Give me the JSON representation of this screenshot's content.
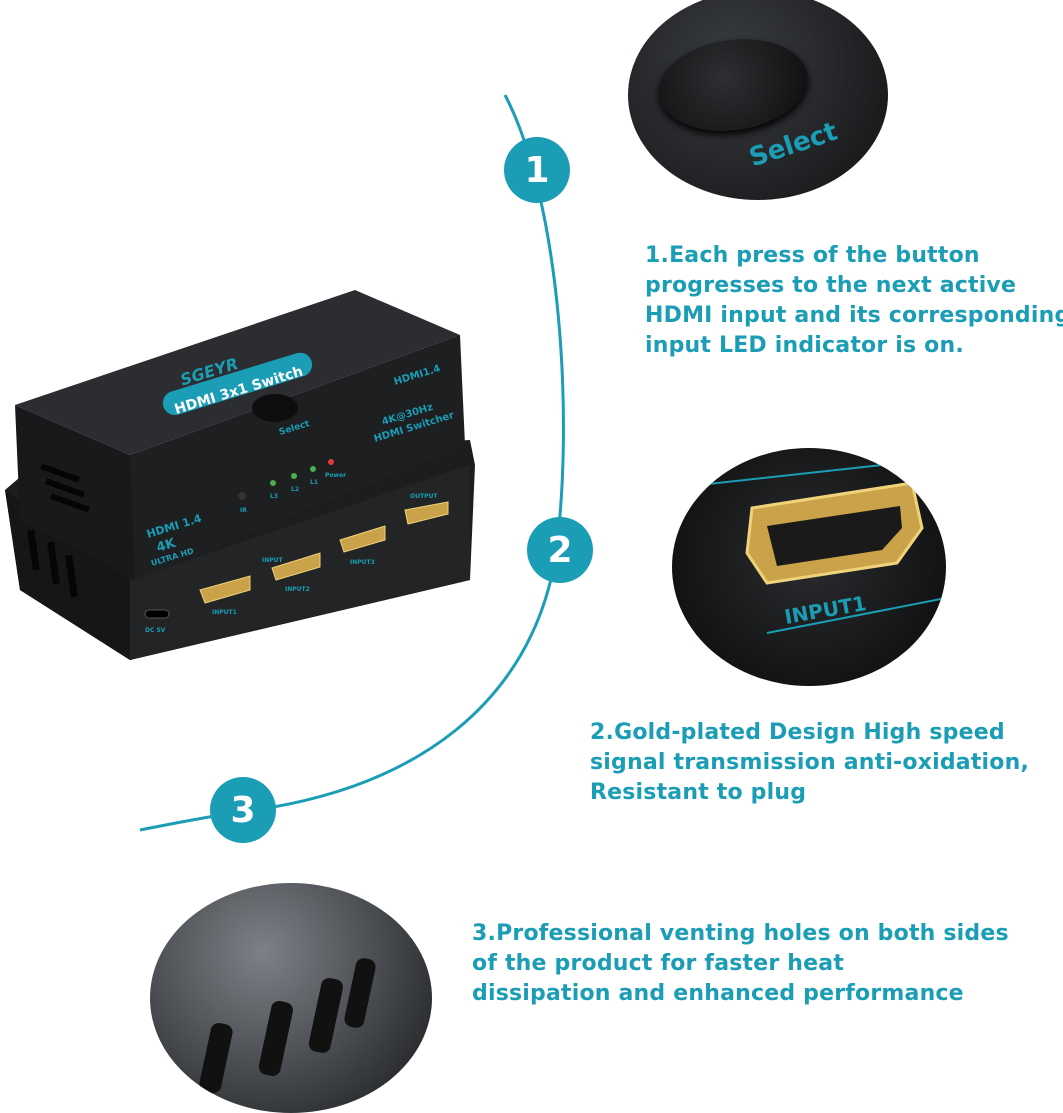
{
  "accent_color": "#1a9db5",
  "steps": [
    {
      "number": "1",
      "lines": [
        "1.Each press of the button",
        "progresses to the next active",
        "HDMI input and its corresponding",
        "input LED indicator is on."
      ]
    },
    {
      "number": "2",
      "lines": [
        "2.Gold-plated Design High speed",
        "signal transmission anti-oxidation,",
        "Resistant to plug"
      ]
    },
    {
      "number": "3",
      "lines": [
        "3.Professional venting holes on both sides",
        "of the product for faster heat",
        "dissipation and enhanced performance"
      ]
    }
  ],
  "insets": {
    "button_label": "Select",
    "port_label": "INPUT1"
  },
  "device": {
    "brand": "SGEYR",
    "model_badge": "HDMI 3x1 Switch",
    "select_label": "Select",
    "spec_top": "HDMI1.4",
    "spec_res": "4K@30Hz",
    "spec_name": "HDMI Switcher",
    "front_hdmi": "HDMI 1.4",
    "front_4k": "4K",
    "front_uhd": "ULTRA HD",
    "leds": [
      "IR",
      "L3",
      "L2",
      "L1",
      "Power"
    ],
    "ports": [
      "INPUT1",
      "INPUT2",
      "INPUT3",
      "OUTPUT"
    ],
    "input_group": "INPUT",
    "dc_label": "DC 5V"
  }
}
